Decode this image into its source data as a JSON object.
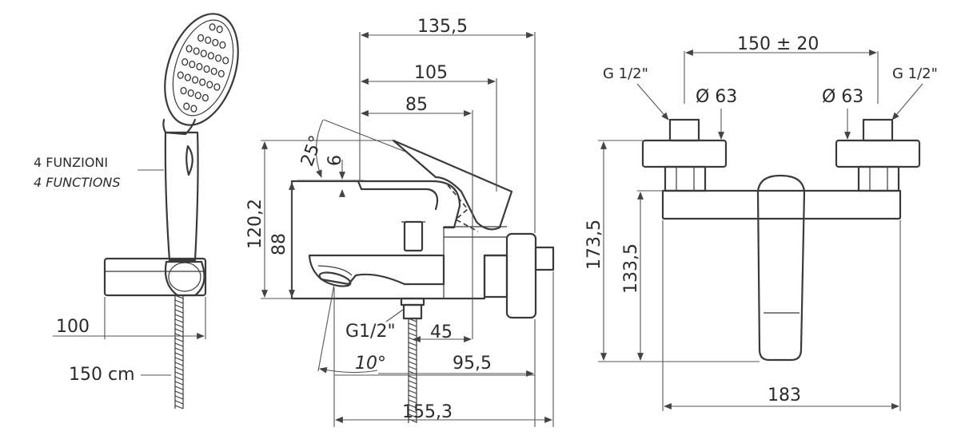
{
  "handshower": {
    "label_it": "4 FUNZIONI",
    "label_en": "4 FUNCTIONS",
    "dim_width": "100",
    "hose_length": "150 cm"
  },
  "side_view": {
    "dim_top": "135,5",
    "dim_second": "105",
    "dim_third": "85",
    "angle_lever": "25°",
    "dim_small": "6",
    "dim_height_total": "120,2",
    "dim_height_body": "88",
    "thread_outlet": "G1/2\"",
    "dim_outlet_offset": "45",
    "angle_spout": "10°",
    "dim_spout_reach": "95,5",
    "dim_total_depth": "155,3"
  },
  "front_view": {
    "dim_centers": "150 ± 20",
    "thread_left": "G 1/2\"",
    "thread_right": "G 1/2\"",
    "diam_left": "Ø 63",
    "diam_right": "Ø 63",
    "dim_height_total": "173,5",
    "dim_height_body": "133,5",
    "dim_width": "183"
  }
}
